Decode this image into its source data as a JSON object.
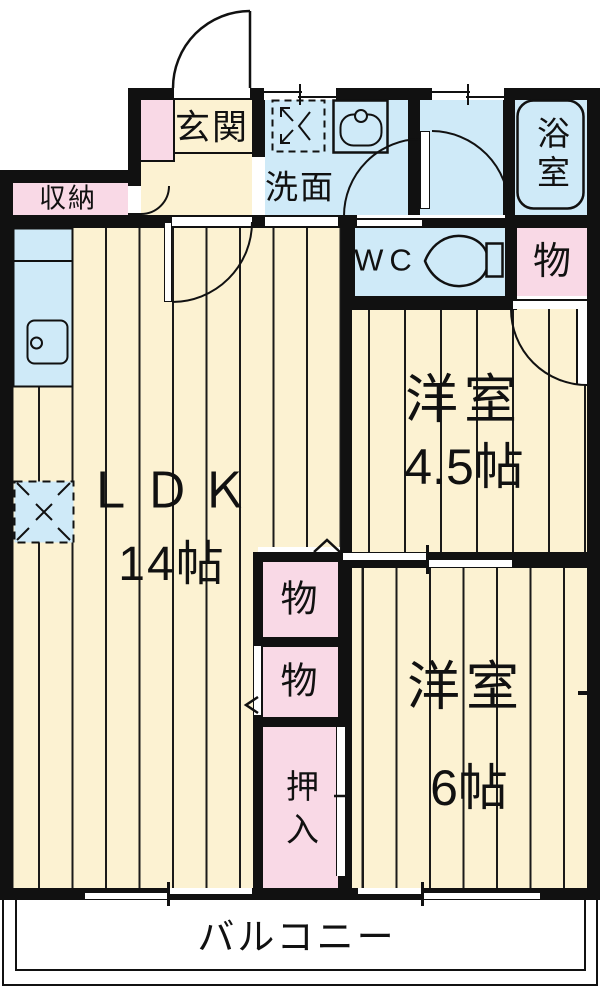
{
  "page": {
    "background": "#ffffff"
  },
  "colors": {
    "wall": "#111111",
    "floor_wood": "#FCF2D2",
    "closet_pink": "#F9D9E6",
    "wet_blue": "#CFEAF8",
    "balcony_white": "#ffffff"
  },
  "rooms": {
    "entrance": {
      "label": "玄関"
    },
    "storage_hall": {
      "label": "収納"
    },
    "washroom": {
      "label": "洗面"
    },
    "bathroom": {
      "label": "浴室"
    },
    "toilet": {
      "label": "WC"
    },
    "closet_upper_right": {
      "label": "物"
    },
    "ldk": {
      "label": "ＬＤＫ",
      "size": "14帖"
    },
    "western_room_45": {
      "label": "洋室",
      "size": "4.5帖"
    },
    "western_room_6": {
      "label": "洋室",
      "size": "6帖"
    },
    "closet_1": {
      "label": "物"
    },
    "closet_2": {
      "label": "物"
    },
    "oshiire": {
      "label": "押入"
    },
    "balcony": {
      "label": "バルコニー"
    }
  }
}
